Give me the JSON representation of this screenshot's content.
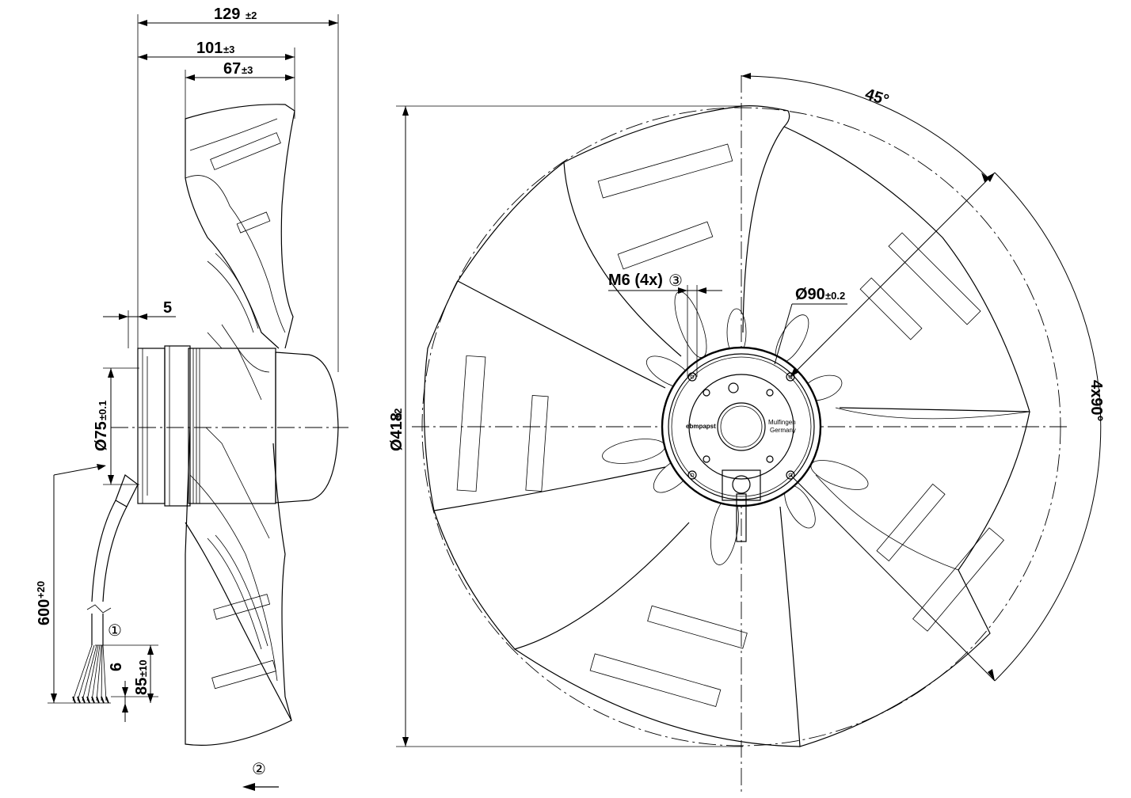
{
  "side_view": {
    "dim_overall_depth": {
      "value": "129",
      "tol": "±2"
    },
    "dim_depth_101": {
      "value": "101",
      "tol": "±3"
    },
    "dim_depth_67": {
      "value": "67",
      "tol": "±3"
    },
    "dim_flange": {
      "value": "5"
    },
    "dim_diameter_75": {
      "value": "Ø75",
      "tol": "±0.1"
    },
    "dim_cable_length": {
      "value": "600",
      "tol": "+20"
    },
    "dim_strip_6": {
      "value": "6"
    },
    "dim_strip_85": {
      "value": "85",
      "tol": "±10"
    },
    "callout_1": "①",
    "callout_2": "②"
  },
  "front_view": {
    "dim_overall_diameter": {
      "value": "Ø418",
      "tol": "±2"
    },
    "dim_hole_circle": {
      "value": "Ø90",
      "tol": "±0.2"
    },
    "dim_angle_45": "45°",
    "dim_angle_4x90": "4x90°",
    "thread_label": "M6 (4x)",
    "callout_3": "③",
    "motor_brand": "ebmpapst",
    "motor_origin_line1": "Mulfingen",
    "motor_origin_line2": "Germany"
  }
}
